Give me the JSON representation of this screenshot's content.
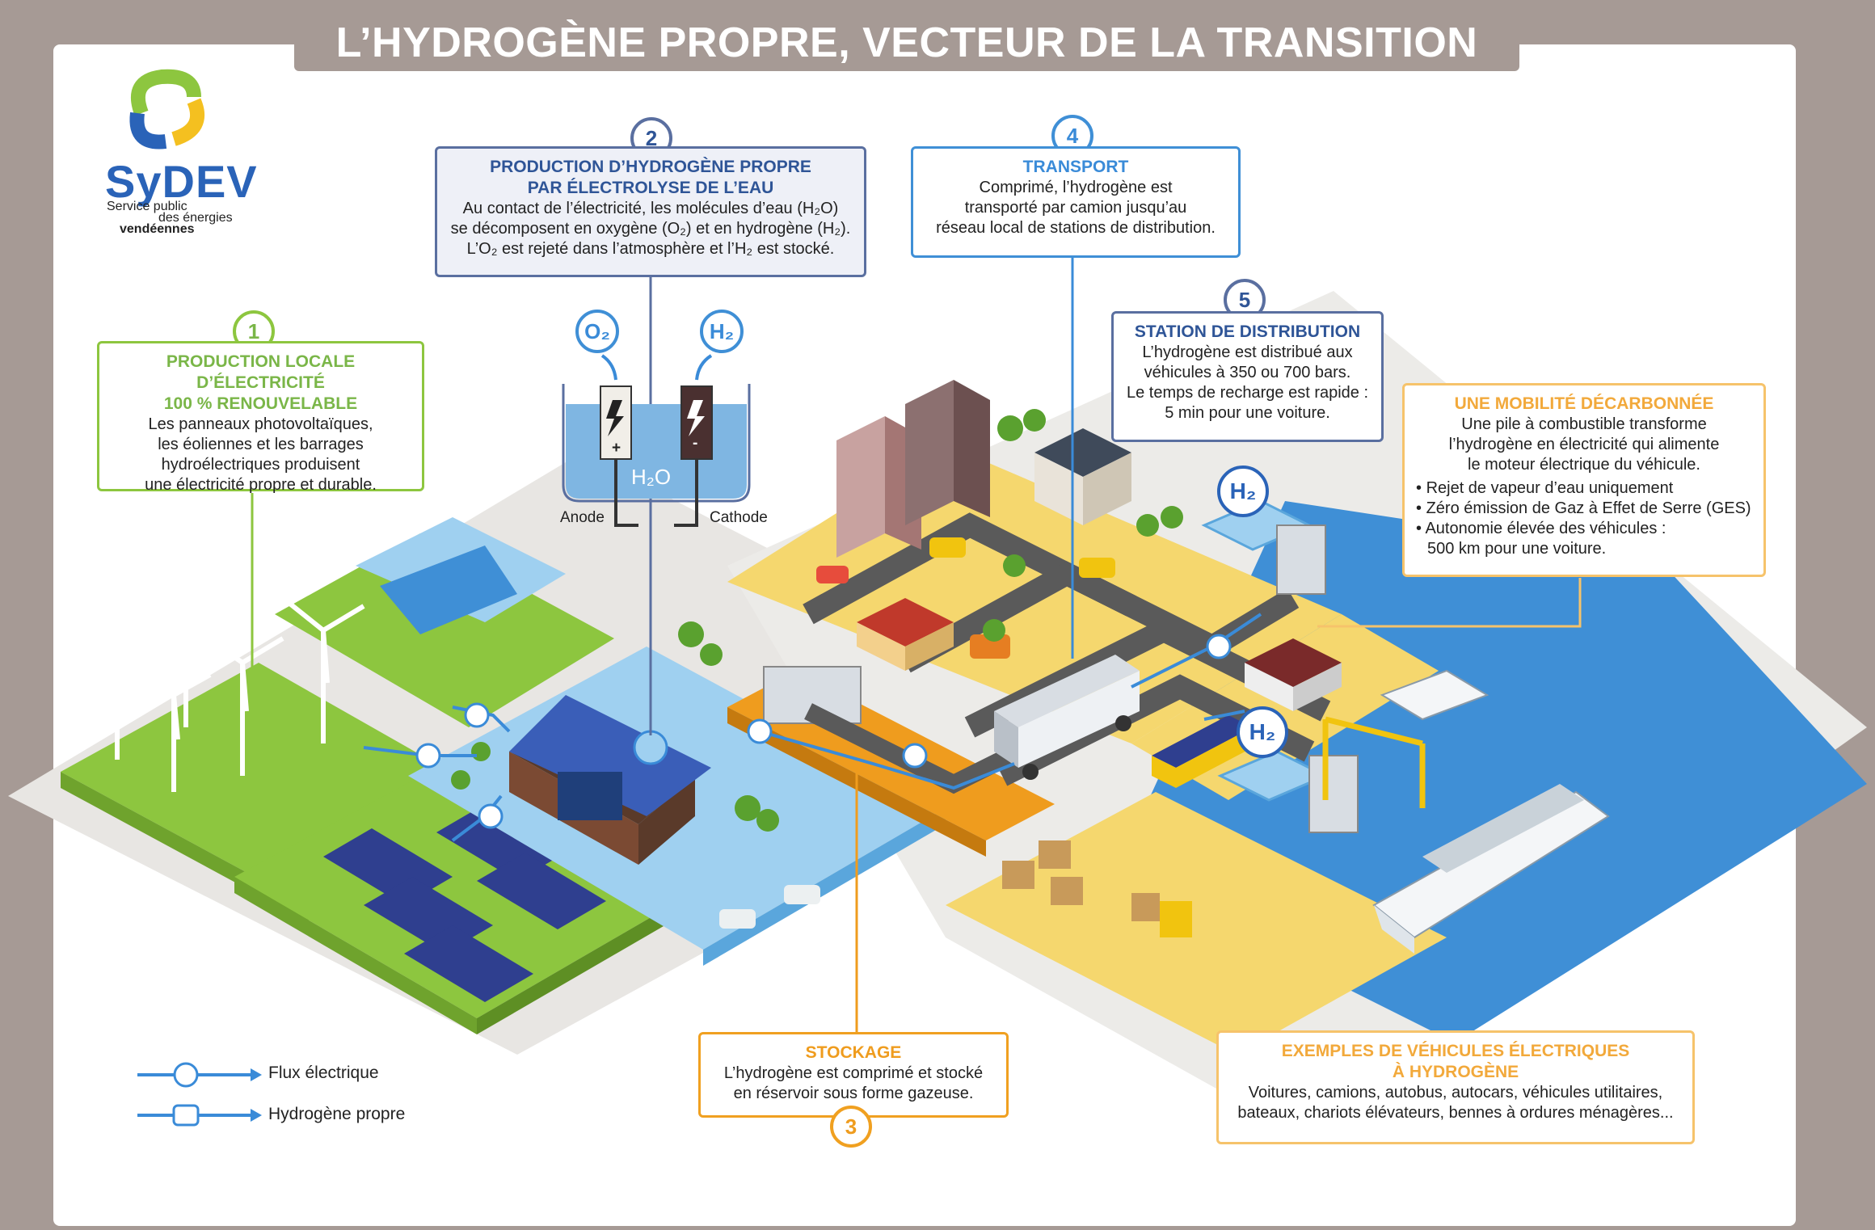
{
  "title": "L’HYDROGÈNE PROPRE, VECTEUR DE LA TRANSITION ÉNERGÉTIQUE",
  "logo": {
    "word": "SyDEV",
    "sub1": "Service public",
    "sub2": "des énergies",
    "sub3": "vendéennes"
  },
  "steps": {
    "s1": {
      "num": "1",
      "title1": "PRODUCTION LOCALE D’ÉLECTRICITÉ",
      "title2": "100 % RENOUVELABLE",
      "lines": [
        "Les panneaux photovoltaïques,",
        "les éoliennes et les barrages",
        "hydroélectriques produisent",
        "une électricité propre et durable."
      ]
    },
    "s2": {
      "num": "2",
      "title1": "PRODUCTION D’HYDROGÈNE PROPRE",
      "title2": "PAR ÉLECTROLYSE DE L’EAU",
      "lines": [
        "Au contact de l’électricité, les molécules d’eau (H₂O)",
        "se décomposent en oxygène (O₂) et en hydrogène (H₂).",
        "L’O₂ est rejeté dans l’atmosphère et l’H₂ est stocké."
      ]
    },
    "s3": {
      "num": "3",
      "title": "STOCKAGE",
      "lines": [
        "L’hydrogène est comprimé et stocké",
        "en réservoir sous forme gazeuse."
      ]
    },
    "s4": {
      "num": "4",
      "title": "TRANSPORT",
      "lines": [
        "Comprimé, l’hydrogène est",
        "transporté par camion jusqu’au",
        "réseau local de stations de distribution."
      ]
    },
    "s5": {
      "num": "5",
      "title": "STATION DE DISTRIBUTION",
      "lines": [
        "L’hydrogène est distribué aux",
        "véhicules à 350 ou 700 bars.",
        "Le temps de recharge est rapide :",
        "5 min pour une voiture."
      ]
    }
  },
  "mobility": {
    "title": "UNE MOBILITÉ DÉCARBONNÉE",
    "lines": [
      "Une pile à combustible transforme",
      "l’hydrogène en électricité qui alimente",
      "le moteur électrique du véhicule."
    ],
    "bullets": [
      "Rejet de vapeur d’eau uniquement",
      "Zéro émission de Gaz à Effet de Serre (GES)",
      "Autonomie élevée des véhicules :"
    ],
    "bullet_cont": "500 km pour une voiture."
  },
  "examples": {
    "title1": "EXEMPLES DE VÉHICULES ÉLECTRIQUES",
    "title2": "À HYDROGÈNE",
    "lines": [
      "Voitures, camions, autobus, autocars, véhicules utilitaires,",
      "bateaux, chariots élévateurs, bennes à ordures ménagères..."
    ]
  },
  "electrolyser": {
    "o2": "O₂",
    "h2": "H₂",
    "water": "H₂O",
    "anode": "Anode",
    "cathode": "Cathode",
    "plus": "+",
    "minus": "-"
  },
  "legend": {
    "flux": "Flux électrique",
    "hydrogene": "Hydrogène propre"
  },
  "h2_badge": "H₂",
  "colors": {
    "green": "#8dc63f",
    "navy": "#2f5597",
    "cyan": "#3a8bd8",
    "orange": "#ef9c1e",
    "light_orange": "#f6c36b",
    "frame": "#a69a95",
    "water": "#3f8fd6",
    "ground_yellow": "#f5d76e",
    "ground_blue": "#9fd0f0",
    "road": "#5a5a5a"
  },
  "icons": [
    "logo-swirl-icon",
    "lightning-icon",
    "h2-molecule-icon",
    "arrow-up-icon",
    "wind-turbine-icon",
    "solar-panel-icon",
    "dam-icon",
    "truck-icon",
    "bus-icon",
    "car-icon",
    "ship-icon",
    "forklift-icon",
    "tree-icon",
    "house-icon"
  ]
}
